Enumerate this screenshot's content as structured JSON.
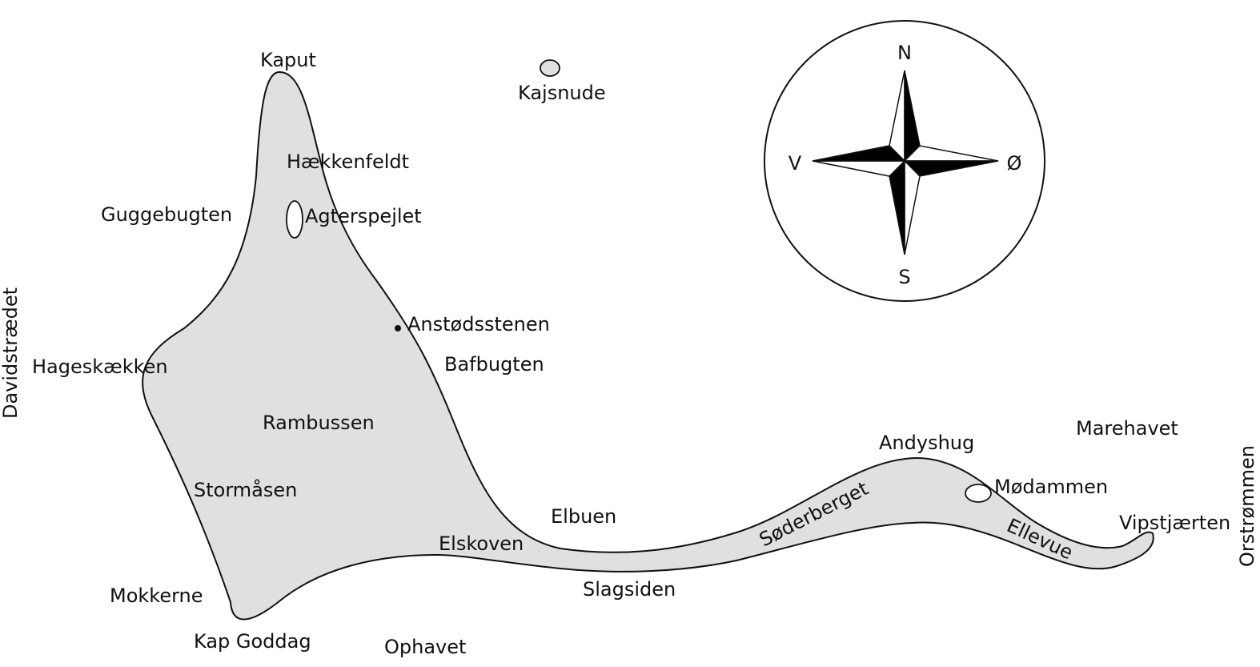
{
  "colors": {
    "land": "#e0e0e0",
    "outline": "#111111",
    "water": "#ffffff",
    "compass_fill": "#000000"
  },
  "compass": {
    "north": "N",
    "south": "S",
    "west": "V",
    "east": "Ø"
  },
  "labels": {
    "kaput": "Kaput",
    "kajsnude": "Kajsnude",
    "haekkenfeldt": "Hækkenfeldt",
    "guggebugten": "Guggebugten",
    "agterspejlet": "Agterspejlet",
    "davidstraedet": "Davidstrædet",
    "anstodsstenen": "Anstødsstenen",
    "hageskaekken": "Hageskækken",
    "bafbugten": "Bafbugten",
    "rambussen": "Rambussen",
    "andyshug": "Andyshug",
    "marehavet": "Marehavet",
    "stormasen": "Stormåsen",
    "modammen": "Mødammen",
    "orstrommen": "Orstrømmen",
    "soderberget": "Søderberget",
    "elbuen": "Elbuen",
    "vipstjaerten": "Vipstjærten",
    "ellevue": "Ellevue",
    "elskoven": "Elskoven",
    "mokkerne": "Mokkerne",
    "slagsiden": "Slagsiden",
    "kap_goddag": "Kap Goddag",
    "ophavet": "Ophavet"
  }
}
